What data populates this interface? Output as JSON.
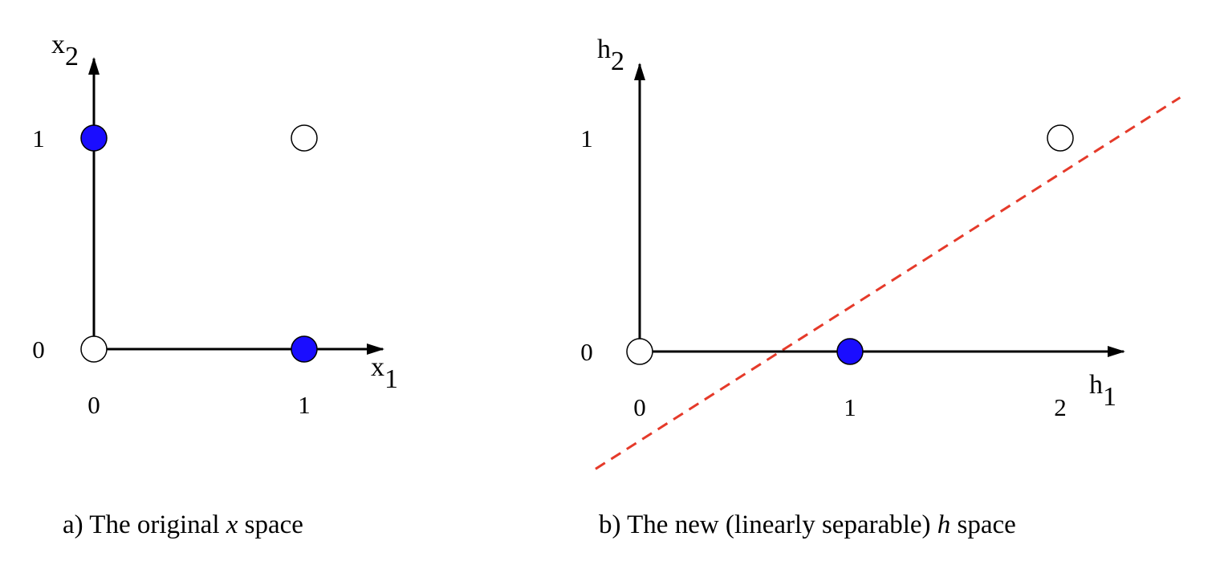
{
  "chart_data": [
    {
      "type": "scatter",
      "panel": "a",
      "caption_prefix": "a) The original ",
      "caption_var": "x",
      "caption_suffix": " space",
      "xlabel": {
        "base": "x",
        "sub": "1"
      },
      "ylabel": {
        "base": "x",
        "sub": "2"
      },
      "xticks": [
        "0",
        "1"
      ],
      "yticks": [
        "0",
        "1"
      ],
      "xlim": [
        0,
        1.38
      ],
      "ylim": [
        0,
        1.38
      ],
      "points": [
        {
          "x": 0,
          "y": 0,
          "class": "open"
        },
        {
          "x": 1,
          "y": 0,
          "class": "filled"
        },
        {
          "x": 0,
          "y": 1,
          "class": "filled"
        },
        {
          "x": 1,
          "y": 1,
          "class": "open"
        }
      ]
    },
    {
      "type": "scatter",
      "panel": "b",
      "caption_prefix": "b) The new (linearly separable) ",
      "caption_var": "h",
      "caption_suffix": " space",
      "xlabel": {
        "base": "h",
        "sub": "1"
      },
      "ylabel": {
        "base": "h",
        "sub": "2"
      },
      "xticks": [
        "0",
        "1",
        "2"
      ],
      "yticks": [
        "0",
        "1"
      ],
      "xlim": [
        0,
        2.3
      ],
      "ylim": [
        0,
        1.35
      ],
      "points": [
        {
          "x": 0,
          "y": 0,
          "class": "open"
        },
        {
          "x": 1,
          "y": 0,
          "class": "filled"
        },
        {
          "x": 2,
          "y": 1,
          "class": "open"
        }
      ],
      "decision_boundary": {
        "style": "dashed",
        "from": [
          -0.21,
          -0.55
        ],
        "to": [
          2.57,
          1.19
        ]
      }
    }
  ],
  "colors": {
    "filled": "#1a0dff",
    "open": "#ffffff",
    "boundary": "#e53a2a",
    "axis": "#000000"
  }
}
